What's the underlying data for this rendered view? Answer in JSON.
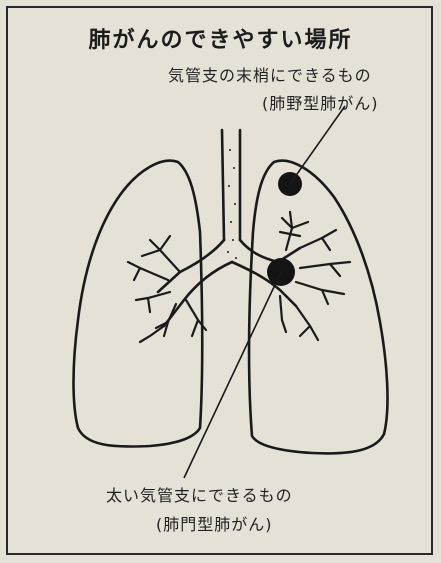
{
  "title": "肺がんのできやすい場所",
  "labels": {
    "peripheral_line1": "気管支の末梢にできるもの",
    "peripheral_line2": "(肺野型肺がん)",
    "central_line1": "太い気管支にできるもの",
    "central_line2": "(肺門型肺がん)"
  }
}
